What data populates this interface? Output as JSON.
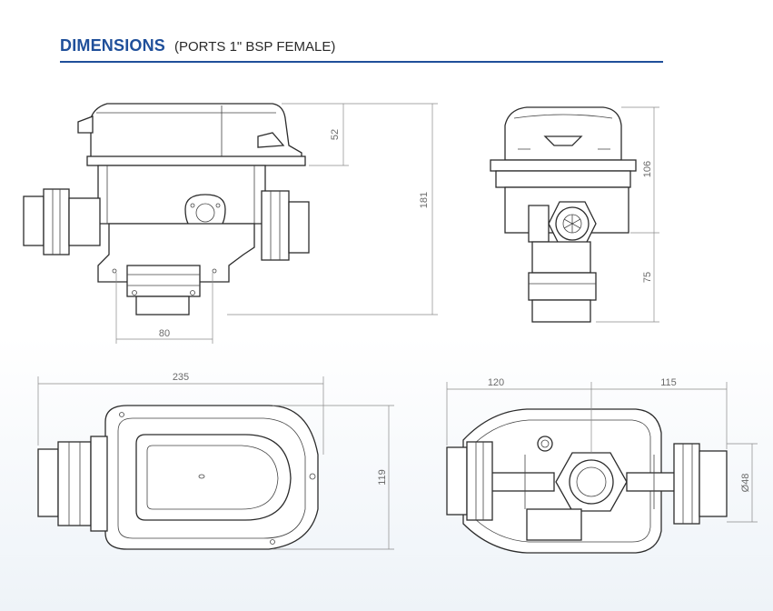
{
  "header": {
    "title": "DIMENSIONS",
    "subtitle": "(PORTS 1\" BSP FEMALE)"
  },
  "dimensions": {
    "front_top_height": "52",
    "front_total_height": "181",
    "front_bottom_width": "80",
    "side_upper_height": "106",
    "side_lower_height": "75",
    "top_total_width": "235",
    "top_depth": "119",
    "bottom_left_width": "120",
    "bottom_right_width": "115",
    "bottom_port_diameter": "Ø48"
  },
  "colors": {
    "title": "#1f4f9a",
    "rule": "#1f4f9a",
    "line": "#2c2c2c",
    "dimension_text": "#6b6b6b"
  }
}
